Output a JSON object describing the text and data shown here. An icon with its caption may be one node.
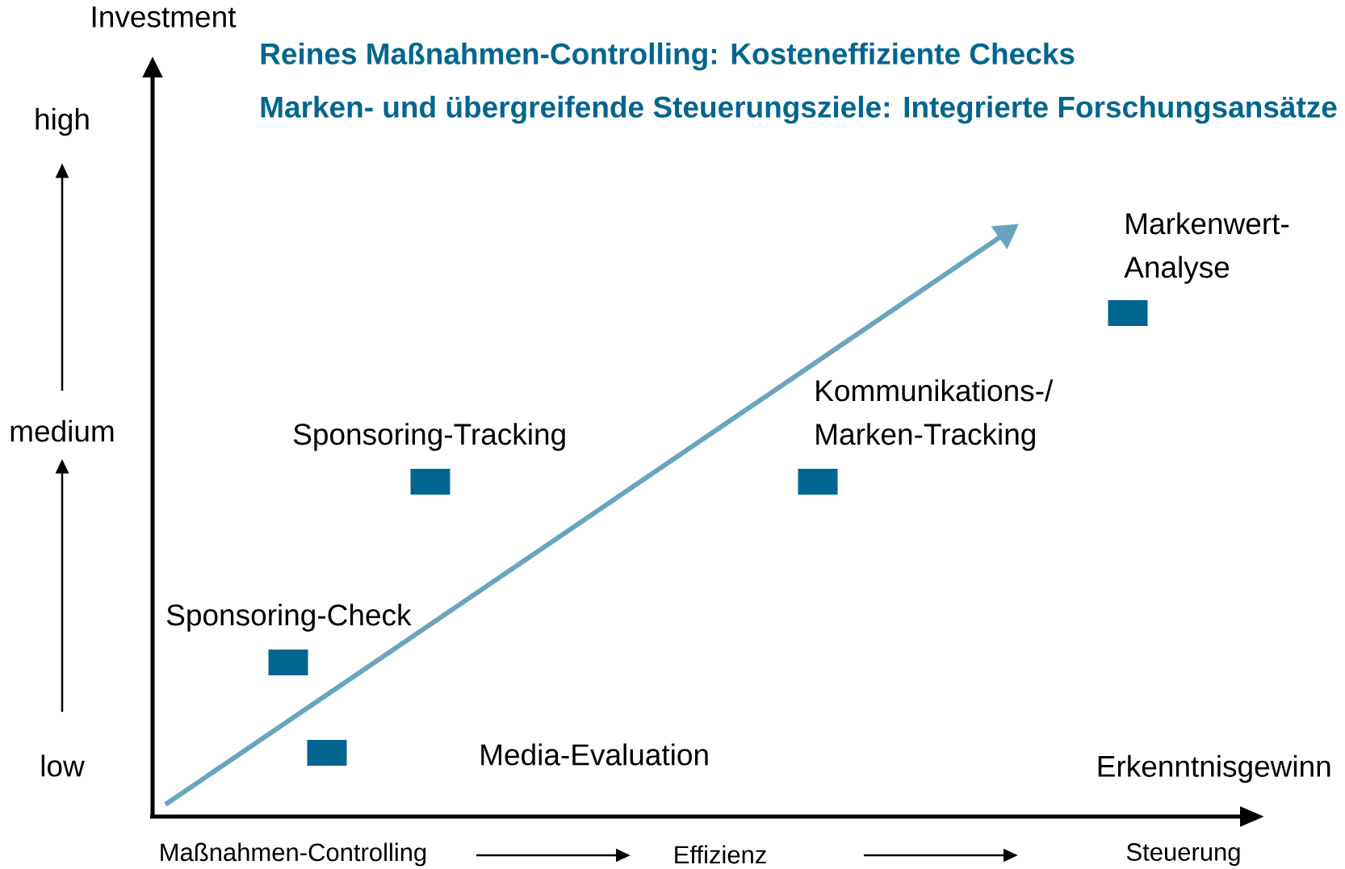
{
  "diagram": {
    "nodes": [
      {
        "text": [
          "high"
        ]
      },
      {
        "text": [
          "medium"
        ]
      },
      {
        "text": [
          "low"
        ]
      },
      {
        "text": [
          "Markenwert- Analyse"
        ]
      },
      {
        "text": [
          "Kommunikations-/ Marken-Tracking"
        ]
      },
      {
        "text": [
          "Sponsoring-Tracking"
        ]
      },
      {
        "text": [
          "Sponsoring-Check"
        ]
      },
      {
        "text": [],
        "shape": "box"
      }
    ],
    "edges": [
      {
        "from": 2,
        "to": 1,
        "arrow": "to"
      },
      {
        "from": 1,
        "to": 0,
        "arrow": "to"
      }
    ],
    "labels": [
      "Investment",
      "Reines Maßnahmen-Controlling: Kosteneffiziente Checks",
      "Marken- und übergreifende Steuerungsziele: Integrierte Forschungsansätze",
      "Media-Evaluation",
      "Erkenntnisgewinn",
      "Maßnahmen-Controlling",
      "Effizienz",
      "Steuerung"
    ]
  }
}
